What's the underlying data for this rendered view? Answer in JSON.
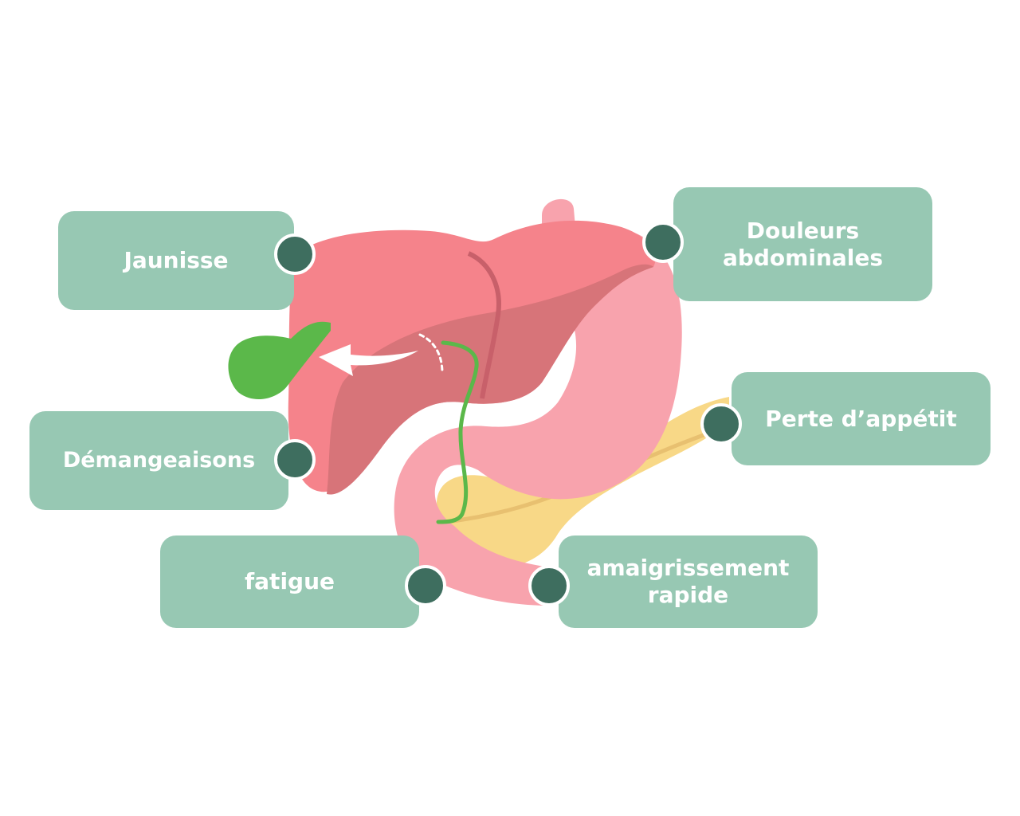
{
  "colors": {
    "label_background": "#97c8b3",
    "label_text": "#ffffff",
    "connector_dot": "#3e6e5f",
    "liver": "#f5838b",
    "liver_shadow": "#d77479",
    "stomach": "#f8a3ad",
    "pancreas": "#f8d887",
    "gallbladder": "#5bb84a",
    "bile_duct": "#5bb84a"
  },
  "symptoms": {
    "jaundice": {
      "label": "Jaunisse"
    },
    "itching": {
      "label": "Démangeaisons"
    },
    "fatigue": {
      "label": "fatigue"
    },
    "abdominal_pain": {
      "line1": "Douleurs",
      "line2": "abdominales"
    },
    "appetite_loss": {
      "label": "Perte d’appétit"
    },
    "weight_loss": {
      "line1": "amaigrissement",
      "line2": "rapide"
    }
  }
}
